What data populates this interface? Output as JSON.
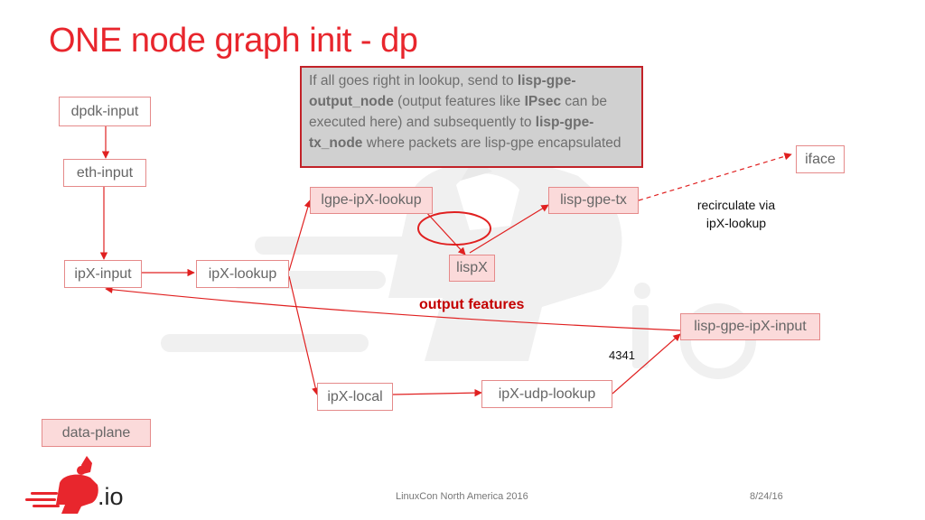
{
  "title": "ONE node graph init - dp",
  "callout": {
    "t1": "If all goes right in lookup, send to ",
    "b1": "lisp-gpe-output_node",
    "t2": " (output features like ",
    "b2": "IPsec",
    "t3": " can be executed here) and subsequently to ",
    "b3": "lisp-gpe-tx_node",
    "t4": " where packets are lisp-gpe encapsulated"
  },
  "nodes": {
    "dpdk_input": "dpdk-input",
    "eth_input": "eth-input",
    "ipx_input": "ipX-input",
    "ipx_lookup": "ipX-lookup",
    "lgpe_ipx_lookup": "lgpe-ipX-lookup",
    "lisp_gpe_tx": "lisp-gpe-tx",
    "iface": "iface",
    "lispx": "lispX",
    "lisp_gpe_ipx_input": "lisp-gpe-ipX-input",
    "ipx_local": "ipX-local",
    "ipx_udp_lookup": "ipX-udp-lookup",
    "data_plane": "data-plane"
  },
  "labels": {
    "recirculate_line1": "recirculate via",
    "recirculate_line2": "ipX-lookup",
    "output_features": "output features",
    "port": "4341"
  },
  "footer": {
    "event": "LinuxCon North America 2016",
    "date": "8/24/16",
    "logo_text": ".io"
  },
  "colors": {
    "accent": "#e8262d",
    "arrow": "#e02020",
    "watermark": "#f0f0f0"
  }
}
